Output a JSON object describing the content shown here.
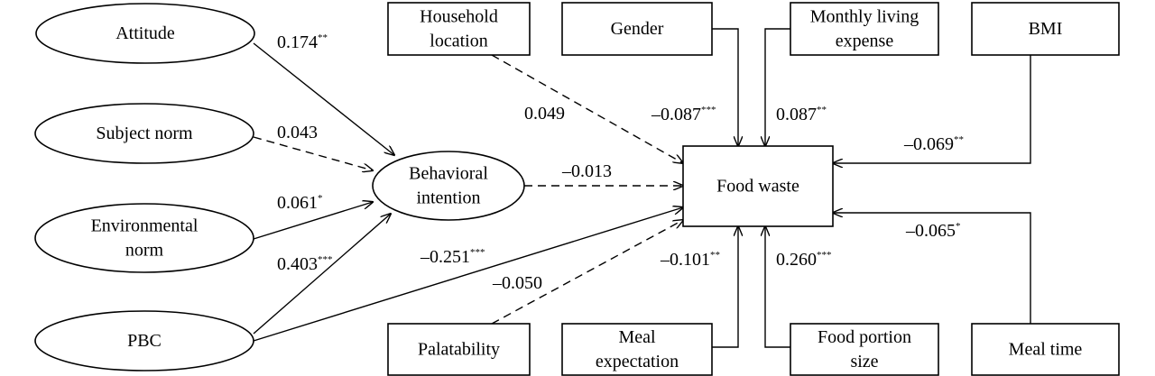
{
  "nodes": [
    {
      "id": "attitude",
      "shape": "ellipse",
      "lines": [
        "Attitude"
      ]
    },
    {
      "id": "subject_norm",
      "shape": "ellipse",
      "lines": [
        "Subject norm"
      ]
    },
    {
      "id": "environmental_norm",
      "shape": "ellipse",
      "lines": [
        "Environmental",
        "norm"
      ]
    },
    {
      "id": "pbc",
      "shape": "ellipse",
      "lines": [
        "PBC"
      ]
    },
    {
      "id": "behavioral_intention",
      "shape": "ellipse",
      "lines": [
        "Behavioral",
        "intention"
      ]
    },
    {
      "id": "food_waste",
      "shape": "rect",
      "lines": [
        "Food waste"
      ]
    },
    {
      "id": "household_location",
      "shape": "rect",
      "lines": [
        "Household",
        "location"
      ]
    },
    {
      "id": "gender",
      "shape": "rect",
      "lines": [
        "Gender"
      ]
    },
    {
      "id": "monthly_living_expense",
      "shape": "rect",
      "lines": [
        "Monthly living",
        "expense"
      ]
    },
    {
      "id": "bmi",
      "shape": "rect",
      "lines": [
        "BMI"
      ]
    },
    {
      "id": "palatability",
      "shape": "rect",
      "lines": [
        "Palatability"
      ]
    },
    {
      "id": "meal_expectation",
      "shape": "rect",
      "lines": [
        "Meal",
        "expectation"
      ]
    },
    {
      "id": "food_portion_size",
      "shape": "rect",
      "lines": [
        "Food portion",
        "size"
      ]
    },
    {
      "id": "meal_time",
      "shape": "rect",
      "lines": [
        "Meal time"
      ]
    }
  ],
  "edges": [
    {
      "id": "attitude_bi",
      "from": "attitude",
      "to": "behavioral_intention",
      "coef": "0.174",
      "sig": "**",
      "significant": true
    },
    {
      "id": "subject_norm_bi",
      "from": "subject_norm",
      "to": "behavioral_intention",
      "coef": "0.043",
      "sig": "",
      "significant": false
    },
    {
      "id": "environmental_norm_bi",
      "from": "environmental_norm",
      "to": "behavioral_intention",
      "coef": "0.061",
      "sig": "*",
      "significant": true
    },
    {
      "id": "pbc_bi",
      "from": "pbc",
      "to": "behavioral_intention",
      "coef": "0.403",
      "sig": "***",
      "significant": true
    },
    {
      "id": "pbc_fw",
      "from": "pbc",
      "to": "food_waste",
      "coef": "–0.251",
      "sig": "***",
      "significant": true
    },
    {
      "id": "bi_fw",
      "from": "behavioral_intention",
      "to": "food_waste",
      "coef": "–0.013",
      "sig": "",
      "significant": false
    },
    {
      "id": "household_location_fw",
      "from": "household_location",
      "to": "food_waste",
      "coef": "0.049",
      "sig": "",
      "significant": false
    },
    {
      "id": "gender_fw",
      "from": "gender",
      "to": "food_waste",
      "coef": "–0.087",
      "sig": "***",
      "significant": true
    },
    {
      "id": "monthly_living_expense_fw",
      "from": "monthly_living_expense",
      "to": "food_waste",
      "coef": "0.087",
      "sig": "**",
      "significant": true
    },
    {
      "id": "bmi_fw",
      "from": "bmi",
      "to": "food_waste",
      "coef": "–0.069",
      "sig": "**",
      "significant": true
    },
    {
      "id": "palatability_fw",
      "from": "palatability",
      "to": "food_waste",
      "coef": "–0.050",
      "sig": "",
      "significant": false
    },
    {
      "id": "meal_expectation_fw",
      "from": "meal_expectation",
      "to": "food_waste",
      "coef": "–0.101",
      "sig": "**",
      "significant": true
    },
    {
      "id": "food_portion_size_fw",
      "from": "food_portion_size",
      "to": "food_waste",
      "coef": "0.260",
      "sig": "***",
      "significant": true
    },
    {
      "id": "meal_time_fw",
      "from": "meal_time",
      "to": "food_waste",
      "coef": "–0.065",
      "sig": "*",
      "significant": true
    }
  ]
}
